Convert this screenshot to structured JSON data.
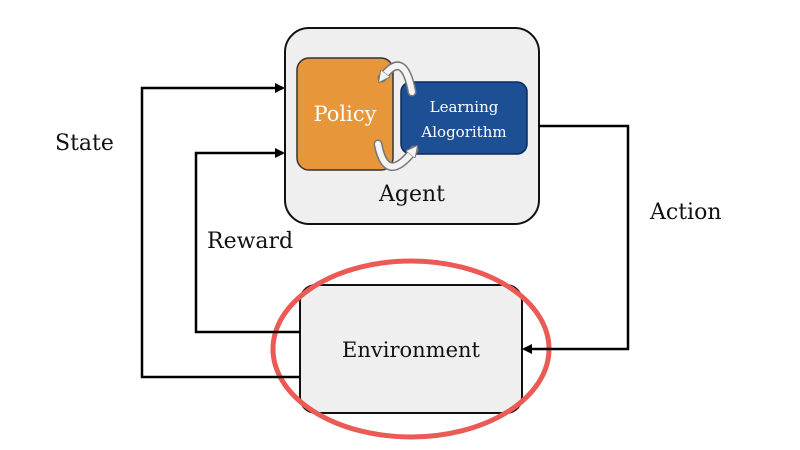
{
  "labels": {
    "state": "State",
    "reward": "Reward",
    "action": "Action",
    "agent": "Agent",
    "policy": "Policy",
    "learning_line1": "Learning",
    "learning_line2": "Alogorithm",
    "environment": "Environment"
  },
  "colors": {
    "agent_box_fill": "#efefef",
    "environment_box_fill": "#efefef",
    "policy_fill": "#e8963a",
    "learning_fill": "#1d4f95",
    "arrow": "#000000",
    "highlight_ellipse": "#ec5a55"
  }
}
